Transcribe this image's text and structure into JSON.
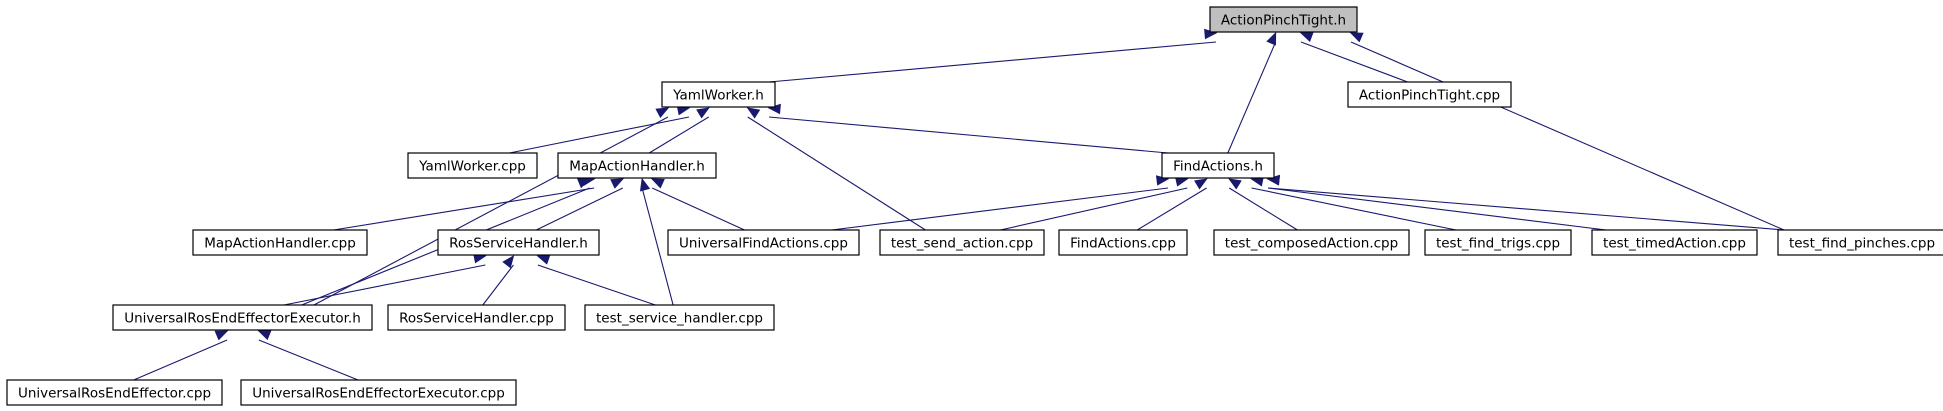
{
  "graph": {
    "nodes": [
      {
        "id": "action_pinch_tight_h",
        "label": "ActionPinchTight.h",
        "root": true
      },
      {
        "id": "yaml_worker_h",
        "label": "YamlWorker.h"
      },
      {
        "id": "action_pinch_tight_cpp",
        "label": "ActionPinchTight.cpp"
      },
      {
        "id": "yaml_worker_cpp",
        "label": "YamlWorker.cpp"
      },
      {
        "id": "map_action_handler_h",
        "label": "MapActionHandler.h"
      },
      {
        "id": "find_actions_h",
        "label": "FindActions.h"
      },
      {
        "id": "map_action_handler_cpp",
        "label": "MapActionHandler.cpp"
      },
      {
        "id": "ros_service_handler_h",
        "label": "RosServiceHandler.h"
      },
      {
        "id": "universal_find_actions_cpp",
        "label": "UniversalFindActions.cpp"
      },
      {
        "id": "test_send_action_cpp",
        "label": "test_send_action.cpp"
      },
      {
        "id": "find_actions_cpp",
        "label": "FindActions.cpp"
      },
      {
        "id": "test_composed_action_cpp",
        "label": "test_composedAction.cpp"
      },
      {
        "id": "test_find_trigs_cpp",
        "label": "test_find_trigs.cpp"
      },
      {
        "id": "test_timed_action_cpp",
        "label": "test_timedAction.cpp"
      },
      {
        "id": "test_find_pinches_cpp",
        "label": "test_find_pinches.cpp"
      },
      {
        "id": "universal_ros_end_effector_executor_h",
        "label": "UniversalRosEndEffectorExecutor.h"
      },
      {
        "id": "ros_service_handler_cpp",
        "label": "RosServiceHandler.cpp"
      },
      {
        "id": "test_service_handler_cpp",
        "label": "test_service_handler.cpp"
      },
      {
        "id": "universal_ros_end_effector_cpp",
        "label": "UniversalRosEndEffector.cpp"
      },
      {
        "id": "universal_ros_end_effector_executor_cpp",
        "label": "UniversalRosEndEffectorExecutor.cpp"
      }
    ],
    "edges": [
      {
        "from": "yaml_worker_h",
        "to": "action_pinch_tight_h"
      },
      {
        "from": "action_pinch_tight_cpp",
        "to": "action_pinch_tight_h"
      },
      {
        "from": "find_actions_h",
        "to": "action_pinch_tight_h"
      },
      {
        "from": "test_find_pinches_cpp",
        "to": "action_pinch_tight_h"
      },
      {
        "from": "yaml_worker_cpp",
        "to": "yaml_worker_h"
      },
      {
        "from": "map_action_handler_h",
        "to": "yaml_worker_h"
      },
      {
        "from": "find_actions_h",
        "to": "yaml_worker_h"
      },
      {
        "from": "test_send_action_cpp",
        "to": "yaml_worker_h"
      },
      {
        "from": "universal_ros_end_effector_executor_h",
        "to": "yaml_worker_h"
      },
      {
        "from": "map_action_handler_cpp",
        "to": "map_action_handler_h"
      },
      {
        "from": "ros_service_handler_h",
        "to": "map_action_handler_h"
      },
      {
        "from": "universal_find_actions_cpp",
        "to": "map_action_handler_h"
      },
      {
        "from": "test_service_handler_cpp",
        "to": "map_action_handler_h"
      },
      {
        "from": "universal_ros_end_effector_executor_h",
        "to": "map_action_handler_h"
      },
      {
        "from": "universal_find_actions_cpp",
        "to": "find_actions_h"
      },
      {
        "from": "test_send_action_cpp",
        "to": "find_actions_h"
      },
      {
        "from": "find_actions_cpp",
        "to": "find_actions_h"
      },
      {
        "from": "test_composed_action_cpp",
        "to": "find_actions_h"
      },
      {
        "from": "test_find_trigs_cpp",
        "to": "find_actions_h"
      },
      {
        "from": "test_timed_action_cpp",
        "to": "find_actions_h"
      },
      {
        "from": "test_find_pinches_cpp",
        "to": "find_actions_h"
      },
      {
        "from": "universal_ros_end_effector_executor_h",
        "to": "ros_service_handler_h"
      },
      {
        "from": "ros_service_handler_cpp",
        "to": "ros_service_handler_h"
      },
      {
        "from": "test_service_handler_cpp",
        "to": "ros_service_handler_h"
      },
      {
        "from": "universal_ros_end_effector_cpp",
        "to": "universal_ros_end_effector_executor_h"
      },
      {
        "from": "universal_ros_end_effector_executor_cpp",
        "to": "universal_ros_end_effector_executor_h"
      }
    ]
  },
  "colors": {
    "edge": "#191970",
    "node_border": "#000000",
    "node_fill": "#ffffff",
    "root_fill": "#bfbfbf",
    "background": "#ffffff"
  }
}
